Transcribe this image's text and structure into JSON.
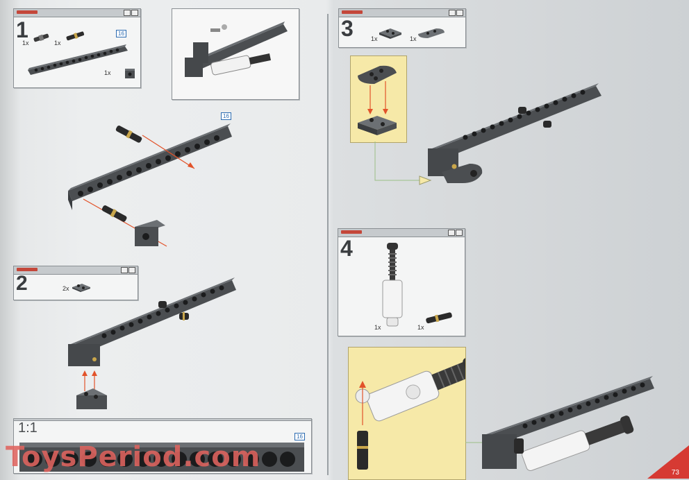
{
  "page": {
    "number": "73"
  },
  "watermark": {
    "text": "ToysPeriod.com"
  },
  "colors": {
    "brick": "#4b4e51",
    "brick_light": "#6a6e72",
    "accent_red": "#d63a33",
    "arrow": "#e2532a",
    "callout_yellow": "#f6e9a8",
    "shock_white": "#f2f2f2"
  },
  "steps": [
    {
      "number": "1",
      "parts": [
        {
          "qty": "1x"
        },
        {
          "qty": "1x"
        },
        {
          "qty": "1x"
        }
      ],
      "length_badge": "16"
    },
    {
      "number": "2",
      "parts": [
        {
          "qty": "2x"
        }
      ]
    },
    {
      "number": "3",
      "parts": [
        {
          "qty": "1x"
        },
        {
          "qty": "1x"
        }
      ]
    },
    {
      "number": "4",
      "parts": [
        {
          "qty": "1x"
        },
        {
          "qty": "1x"
        }
      ]
    }
  ],
  "assembly_badge": "16",
  "scale_bar": {
    "label": "1:1",
    "length_badge": "16"
  }
}
